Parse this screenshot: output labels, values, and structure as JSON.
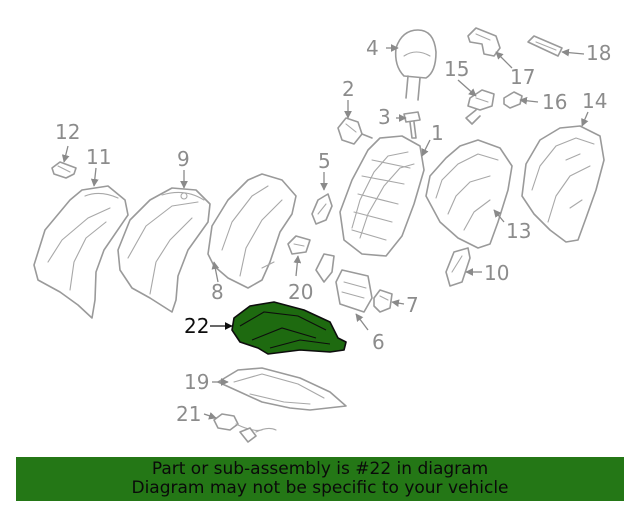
{
  "callouts": {
    "c1": "1",
    "c2": "2",
    "c3": "3",
    "c4": "4",
    "c5": "5",
    "c6": "6",
    "c7": "7",
    "c8": "8",
    "c9": "9",
    "c10": "10",
    "c11": "11",
    "c12": "12",
    "c13": "13",
    "c14": "14",
    "c15": "15",
    "c16": "16",
    "c17": "17",
    "c18": "18",
    "c19": "19",
    "c20": "20",
    "c21": "21",
    "c22": "22"
  },
  "highlighted_part": "22",
  "colors": {
    "highlight_fill": "#1e6a10",
    "banner_bg": "#247716",
    "line_gray": "#9a9a9a"
  },
  "banner": {
    "line1": "Part or sub-assembly is #22 in diagram",
    "line2": "Diagram may not be specific to your vehicle"
  }
}
